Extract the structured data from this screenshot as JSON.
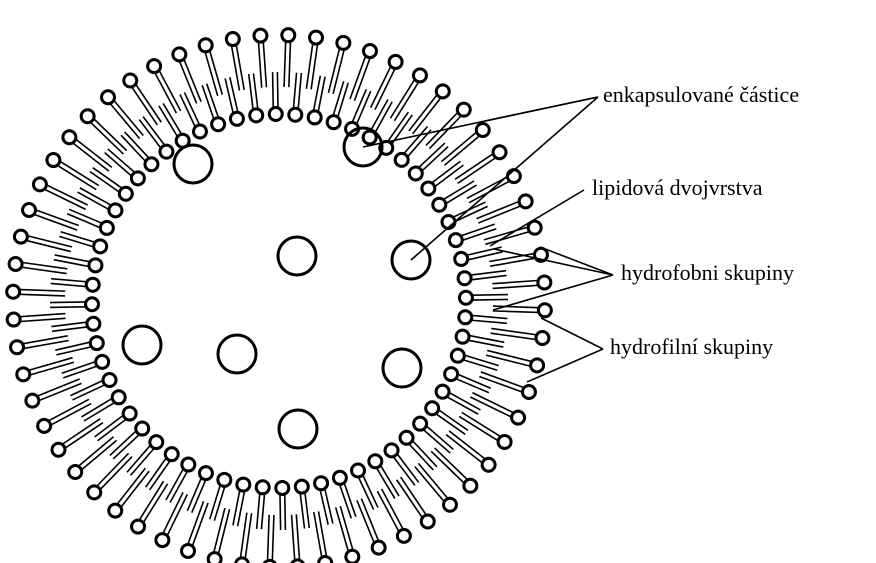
{
  "labels": {
    "encapsulated": "enkapsulované částice",
    "bilayer": "lipidová dvojvrstva",
    "hydrophobic": "hydrofobni skupiny",
    "hydrophilic": "hydrofilní skupiny"
  },
  "colors": {
    "ink": "#000000",
    "background": "#ffffff"
  }
}
